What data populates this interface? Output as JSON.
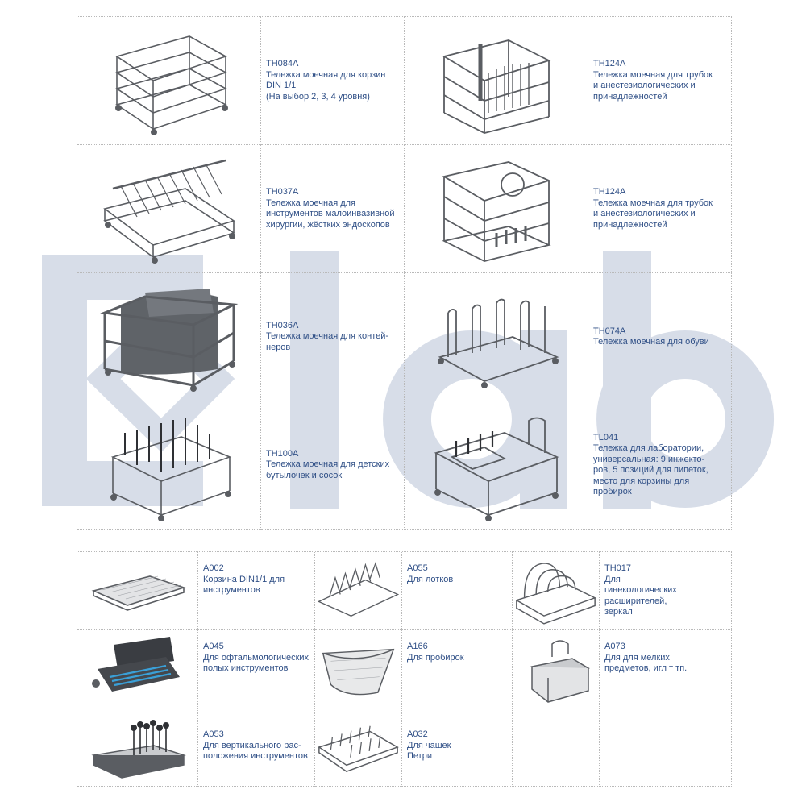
{
  "watermark": {
    "text": "lab",
    "color": "#d7dde8"
  },
  "colors": {
    "text": "#2f4f86",
    "gridline": "#b9b9b9",
    "metal": "#5a5d62"
  },
  "top_items": [
    {
      "code": "TH084A",
      "description": "Тележка моечная для корзин\nDIN 1/1\n(На выбор 2, 3, 4 уровня)"
    },
    {
      "code": "TH124A",
      "description": "Тележка моечная для трубок\nи анестезиологических и\nпринадлежностей"
    },
    {
      "code": "TH037A",
      "description": "Тележка моечная для\nинструментов малоинвазивной\nхирургии, жёстких эндоскопов"
    },
    {
      "code": "TH124A",
      "description": "Тележка моечная для трубок\nи анестезиологических и\nпринадлежностей"
    },
    {
      "code": "TH036A",
      "description": "Тележка моечная для контей-\nнеров"
    },
    {
      "code": "TH074A",
      "description": "Тележка моечная для обуви"
    },
    {
      "code": "TH100A",
      "description": "Тележка моечная для детских\nбутылочек и сосок"
    },
    {
      "code": "TL041",
      "description": "Тележка для лаборатории,\nуниверсальная: 9 инжекто-\nров, 5 позиций для пипеток,\nместо для корзины для\nпробирок"
    }
  ],
  "bottom_items": [
    {
      "code": "A002",
      "description": "Корзина DIN1/1 для\nинструментов"
    },
    {
      "code": "A055",
      "description": "Для лотков"
    },
    {
      "code": "TH017",
      "description": "Для\nгинекологических\nрасширителей,\nзеркал"
    },
    {
      "code": "A045",
      "description": "Для офтальмологических\nполых инструментов"
    },
    {
      "code": "A166",
      "description": "Для пробирок"
    },
    {
      "code": "A073",
      "description": "Для для мелких\nпредметов, игл т тп."
    },
    {
      "code": "A053",
      "description": "Для вертикального рас-\nположения инструментов"
    },
    {
      "code": "A032",
      "description": "Для чашек\nПетри"
    }
  ]
}
